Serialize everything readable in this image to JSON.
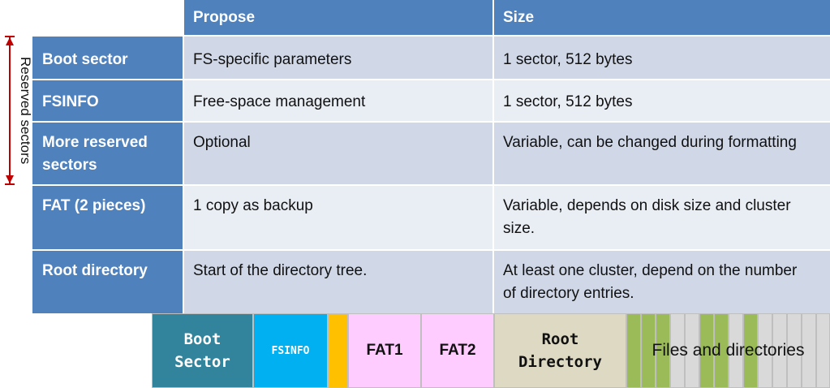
{
  "table": {
    "headers": [
      "",
      "Propose",
      "Size"
    ],
    "rows": [
      {
        "name": "Boot sector",
        "propose": "FS-specific parameters",
        "size": "1 sector, 512 bytes"
      },
      {
        "name": "FSINFO",
        "propose": "Free-space management",
        "size": "1 sector, 512 bytes"
      },
      {
        "name": "More reserved sectors",
        "propose": "Optional",
        "size": "Variable, can be changed during formatting"
      },
      {
        "name": "FAT (2 pieces)",
        "propose": "1 copy as backup",
        "size": "Variable, depends on disk size and cluster size."
      },
      {
        "name": "Root directory",
        "propose": "Start of the directory tree.",
        "size": "At least one cluster, depend on the number of directory entries."
      }
    ]
  },
  "reserved_label": "Reserved sectors",
  "layout_strip": {
    "boot": "Boot Sector",
    "fsinfo": "FSINFO",
    "fat1": "FAT1",
    "fat2": "FAT2",
    "root": "Root Directory",
    "files": "Files and directories"
  },
  "colors": {
    "header_blue": "#4f81bd",
    "row_light": "#d0d8e8",
    "row_lighter": "#e9edf4",
    "boot": "#31849b",
    "fsinfo": "#00b0f0",
    "reserved": "#ffc000",
    "fat": "#ffccff",
    "root": "#ddd9c3",
    "files_green": "#9bbb59",
    "files_gray": "#d9d9d9",
    "bracket": "#c00000"
  }
}
